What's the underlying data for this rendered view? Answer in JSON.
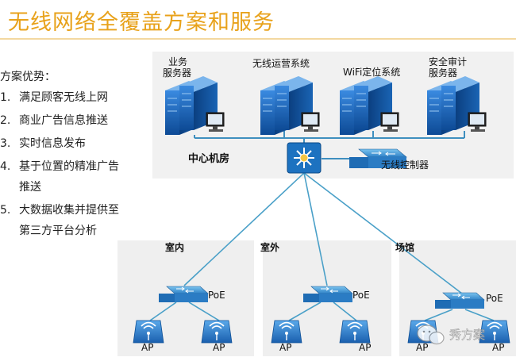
{
  "title": "无线网络全覆盖方案和服务",
  "advantages": {
    "heading": "方案优势：",
    "items": [
      {
        "num": "1.",
        "lines": [
          "满足顾客无线上网"
        ]
      },
      {
        "num": "2.",
        "lines": [
          "商业广告信息推送"
        ]
      },
      {
        "num": "3.",
        "lines": [
          "实时信息发布"
        ]
      },
      {
        "num": "4.",
        "lines": [
          "基于位置的精准广告",
          "推送"
        ]
      },
      {
        "num": "5.",
        "lines": [
          "大数据收集并提供至",
          "第三方平台分析"
        ]
      }
    ]
  },
  "servers": [
    {
      "label_lines": [
        "业务",
        "服务器"
      ]
    },
    {
      "label_lines": [
        "无线运营系统"
      ]
    },
    {
      "label_lines": [
        "WiFi定位系统"
      ]
    },
    {
      "label_lines": [
        "安全审计",
        "服务器"
      ]
    }
  ],
  "core": {
    "room_label": "中心机房",
    "controller_label": "无线控制器"
  },
  "zones": [
    {
      "name": "室内",
      "poe_label": "PoE",
      "ap_labels": [
        "AP",
        "AP"
      ]
    },
    {
      "name": "室外",
      "poe_label": "PoE",
      "ap_labels": [
        "AP",
        "AP"
      ]
    },
    {
      "name": "场馆",
      "poe_label": "PoE",
      "ap_labels": [
        "AP",
        "AP"
      ]
    }
  ],
  "watermark": "秀方案",
  "colors": {
    "title": "#e8a21b",
    "server_blue": "#1a64b4",
    "link_line": "#4aa0c8",
    "panel": "#f0f0f0"
  }
}
